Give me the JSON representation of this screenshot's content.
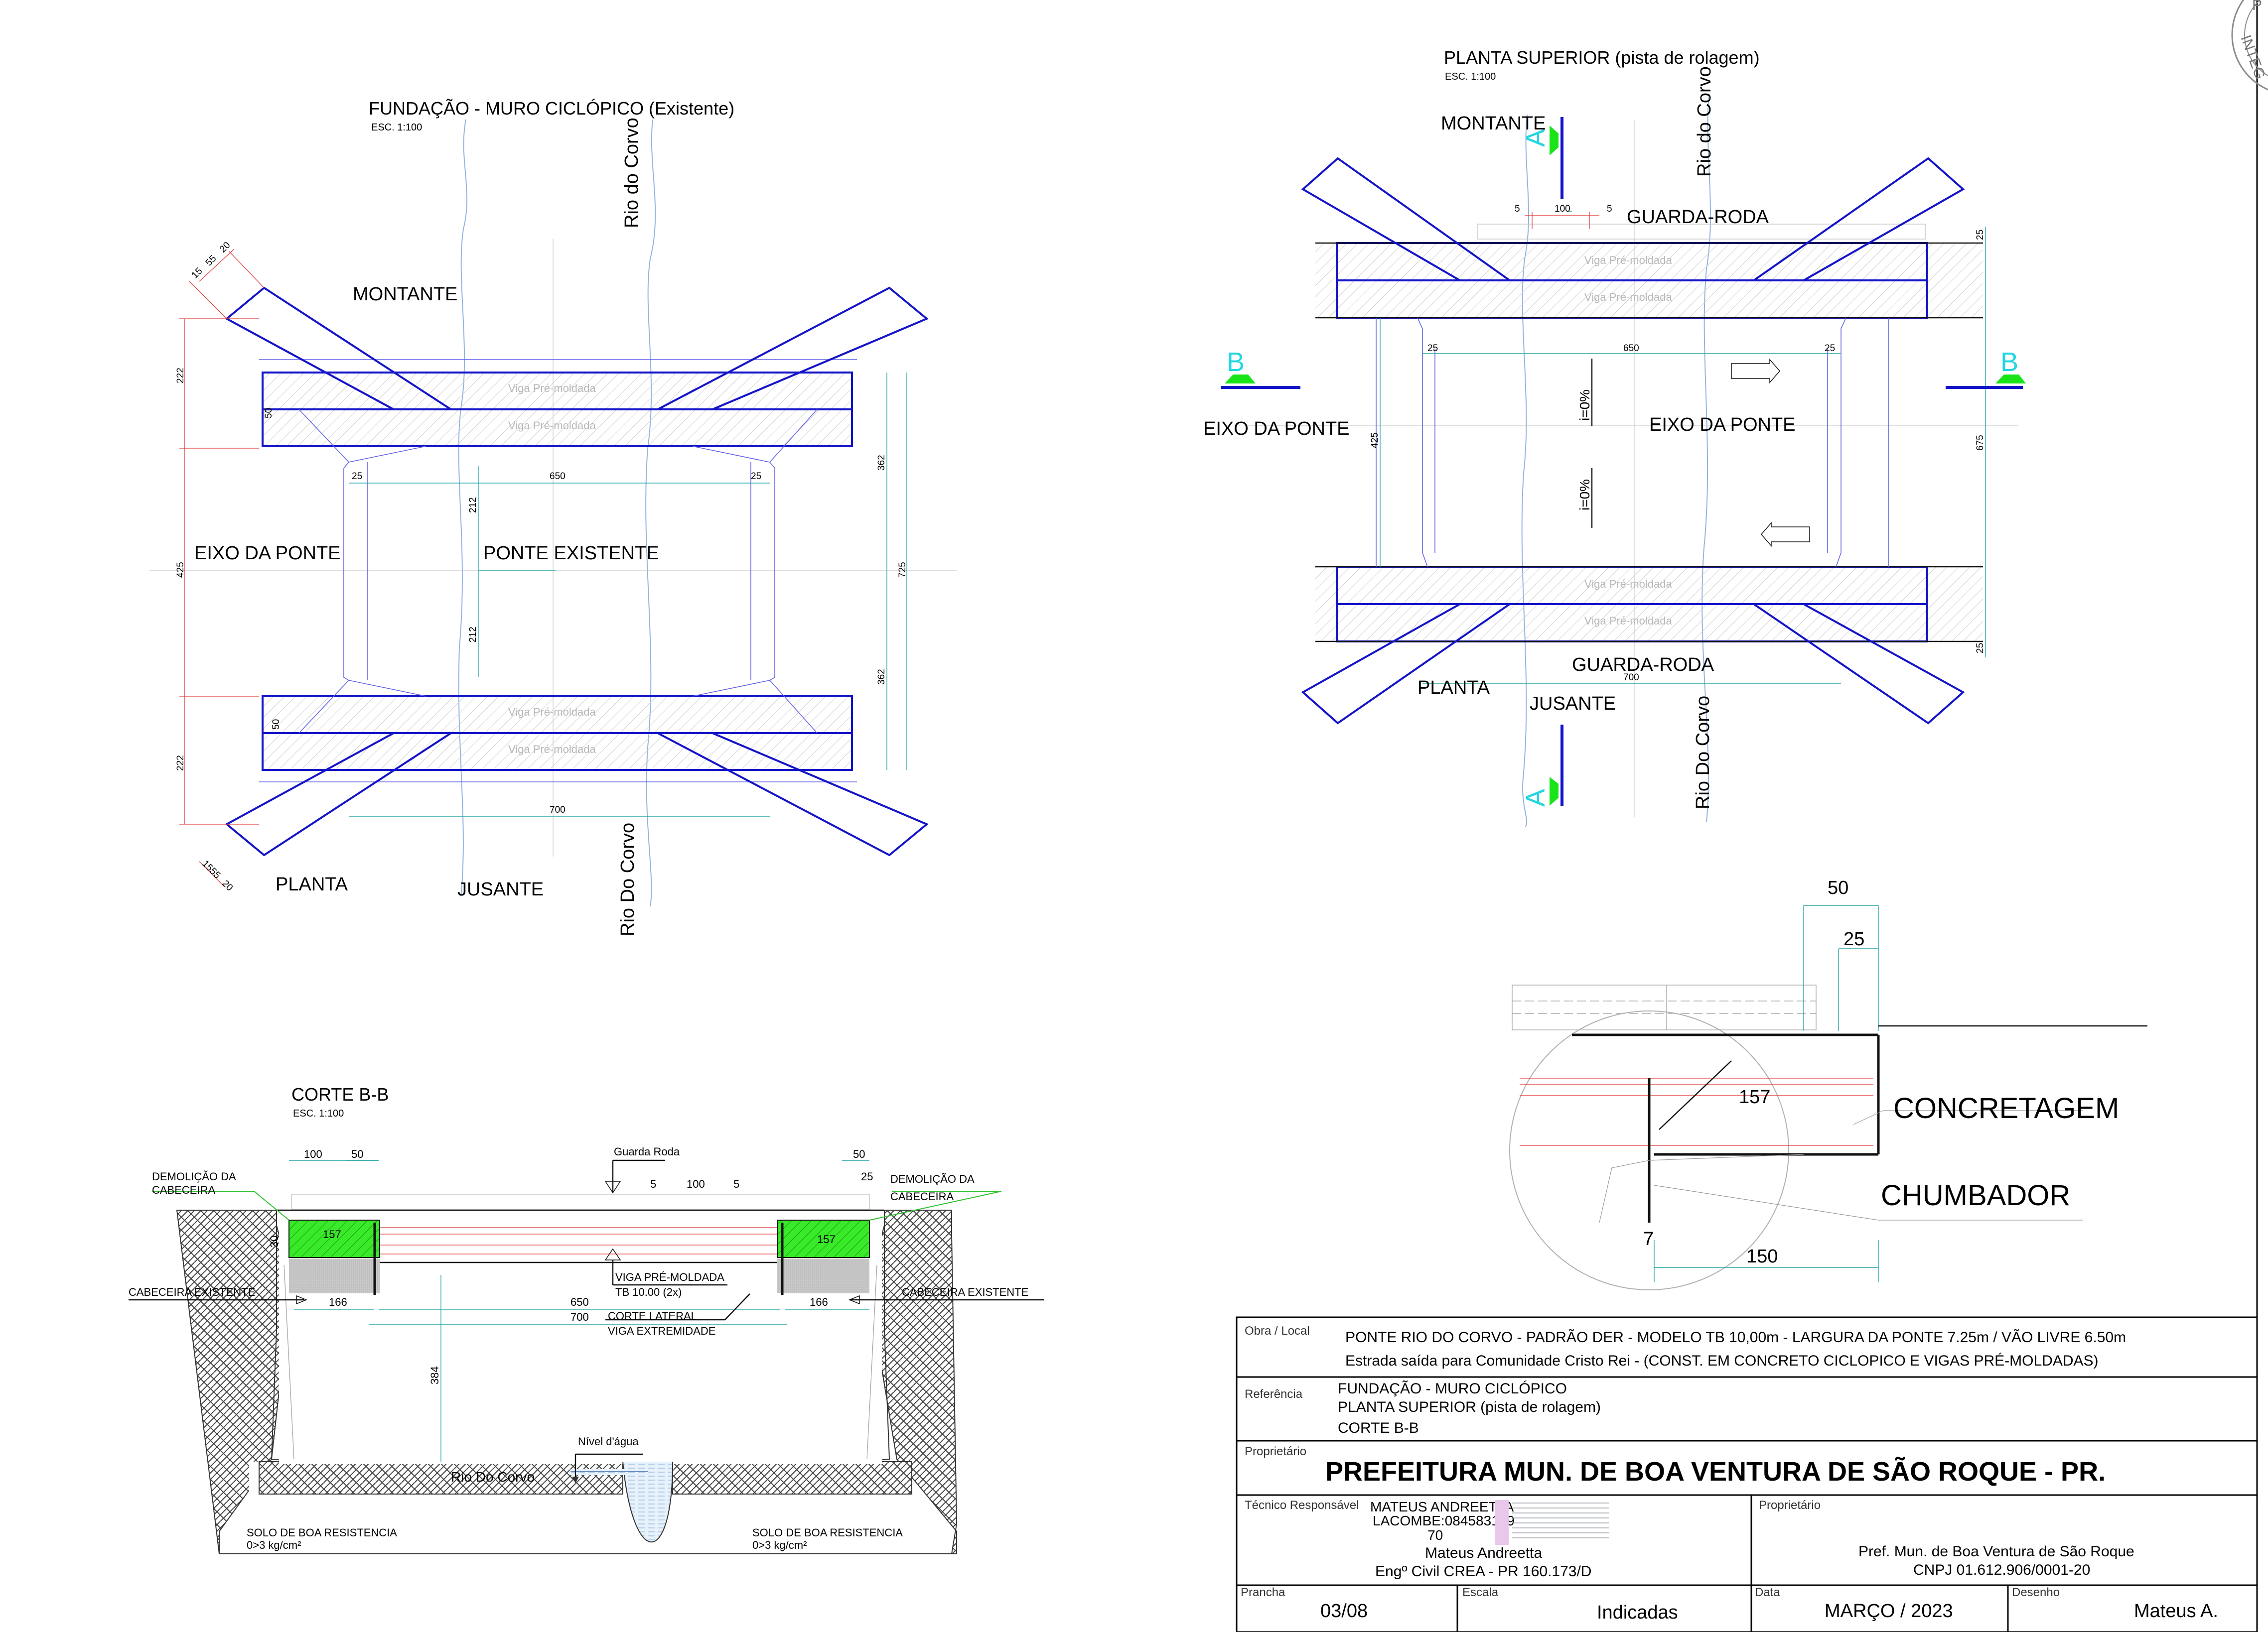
{
  "fundacao": {
    "title": "FUNDAÇÃO - MURO CICLÓPICO (Existente)",
    "scale": "ESC. 1:100",
    "montante": "MONTANTE",
    "jusante": "JUSANTE",
    "planta": "PLANTA",
    "eixo": "EIXO DA PONTE",
    "ponte_existente": "PONTE EXISTENTE",
    "rio_top": "Rio do Corvo",
    "rio_bottom": "Rio Do Corvo",
    "viga": "Viga Pré-moldada",
    "dims": {
      "d15": "15",
      "d55": "55",
      "d20": "20",
      "d222": "222",
      "d50": "50",
      "d25": "25",
      "d650": "650",
      "d212": "212",
      "d425": "425",
      "d362": "362",
      "d725": "725",
      "d700": "700"
    }
  },
  "planta_superior": {
    "title": "PLANTA SUPERIOR (pista de rolagem)",
    "scale": "ESC. 1:100",
    "montante": "MONTANTE",
    "jusante": "JUSANTE",
    "planta": "PLANTA",
    "guarda_roda": "GUARDA-RODA",
    "eixo": "EIXO DA PONTE",
    "rio_top": "Rio do Corvo",
    "rio_bottom": "Rio Do Corvo",
    "viga": "Viga Pré-moldada",
    "slope": "i=0%",
    "section_a": "A",
    "section_b": "B",
    "dims": {
      "d5": "5",
      "d100": "100",
      "d25": "25",
      "d650": "650",
      "d425": "425",
      "d675": "675",
      "d700": "700"
    }
  },
  "corte": {
    "title": "CORTE B-B",
    "scale": "ESC. 1:100",
    "demolicao": "DEMOLIÇÃO DA",
    "cabeceira": "CABECEIRA",
    "cabeceira_existente": "CABECEIRA EXISTENTE",
    "guarda_roda": "Guarda Roda",
    "viga_pre": "VIGA PRÉ-MOLDADA",
    "tb": "TB 10.00 (2x)",
    "corte_lateral": "CORTE LATERAL",
    "viga_extremidade": "VIGA EXTREMIDADE",
    "nivel": "Nível d'água",
    "rio": "Rio Do Corvo",
    "solo": "SOLO DE BOA RESISTENCIA",
    "solo_kg": "0>3 kg/cm²",
    "dims": {
      "d100": "100",
      "d50": "50",
      "d5": "5",
      "d25": "25",
      "d157": "157",
      "d30": "30",
      "d166": "166",
      "d650": "650",
      "d700": "700",
      "d384": "384"
    }
  },
  "detalhe": {
    "d50": "50",
    "d25": "25",
    "d157": "157",
    "d7": "7",
    "d150": "150",
    "concretagem": "CONCRETAGEM",
    "chumbador": "CHUMBADOR"
  },
  "titleblock": {
    "obra_label": "Obra / Local",
    "obra_line1": "PONTE RIO DO CORVO - PADRÃO DER - MODELO TB 10,00m - LARGURA DA PONTE 7.25m / VÃO LIVRE 6.50m",
    "obra_line2": "Estrada saída para Comunidade Cristo Rei - (CONST. EM CONCRETO CICLOPICO E VIGAS PRÉ-MOLDADAS)",
    "ref_label": "Referência",
    "ref_line1": "FUNDAÇÃO - MURO CICLÓPICO",
    "ref_line2": "PLANTA SUPERIOR (pista de rolagem)",
    "ref_line3": "CORTE B-B",
    "prop_label": "Proprietário",
    "owner": "PREFEITURA MUN. DE BOA VENTURA DE SÃO ROQUE - PR.",
    "tecnico_label": "Técnico Responsável",
    "sig1": "MATEUS ANDREETTA",
    "sig2": "LACOMBE:084583109",
    "sig3": "70",
    "engineer": "Mateus Andreetta",
    "crea": "Engº Civil CREA - PR 160.173/D",
    "prop2_label": "Proprietário",
    "prop2_name": "Pref. Mun. de Boa Ventura de São Roque",
    "cnpj": "CNPJ 01.612.906/0001-20",
    "prancha_label": "Prancha",
    "prancha": "03/08",
    "escala_label": "Escala",
    "escala": "Indicadas",
    "data_label": "Data",
    "data": "MARÇO / 2023",
    "desenho_label": "Desenho",
    "desenho": "Mateus A."
  },
  "stamp": {
    "letters1": "P",
    "letters2": "INTEG"
  }
}
